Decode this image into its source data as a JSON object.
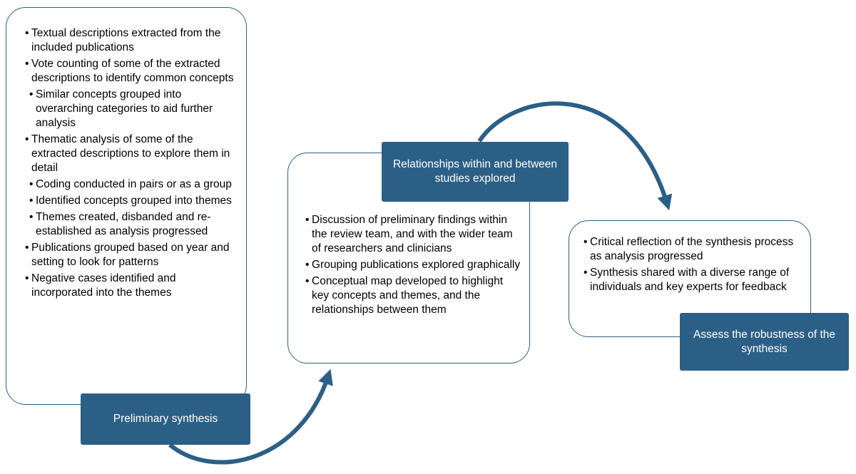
{
  "colors": {
    "accent": "#2c5f85",
    "label_text": "#ffffff"
  },
  "stages": [
    {
      "label": "Preliminary synthesis",
      "items": [
        {
          "text": "Textual descriptions extracted from the included publications",
          "sub": false
        },
        {
          "text": "Vote counting of some of the extracted descriptions to identify common concepts",
          "sub": false
        },
        {
          "text": "Similar concepts grouped into overarching categories to aid further analysis",
          "sub": true
        },
        {
          "text": "Thematic analysis of some of the extracted descriptions to explore them in detail",
          "sub": false
        },
        {
          "text": "Coding conducted in pairs or as a group",
          "sub": true
        },
        {
          "text": "Identified concepts grouped into themes",
          "sub": true
        },
        {
          "text": "Themes created, disbanded and re-established as analysis progressed",
          "sub": true
        },
        {
          "text": "Publications grouped based on year and setting to look for patterns",
          "sub": false
        },
        {
          "text": "Negative cases identified and incorporated into the themes",
          "sub": false
        }
      ]
    },
    {
      "label": "Relationships within and between studies explored",
      "items": [
        {
          "text": "Discussion of preliminary findings within the review team, and with the wider team of researchers and clinicians",
          "sub": false
        },
        {
          "text": "Grouping publications explored graphically",
          "sub": false
        },
        {
          "text": "Conceptual map developed to highlight key concepts and themes, and the relationships between them",
          "sub": false
        }
      ]
    },
    {
      "label": "Assess the robustness of the synthesis",
      "items": [
        {
          "text": "Critical reflection of the synthesis process as analysis progressed",
          "sub": false
        },
        {
          "text": "Synthesis shared with a diverse range of individuals and key experts for feedback",
          "sub": false
        }
      ]
    }
  ]
}
